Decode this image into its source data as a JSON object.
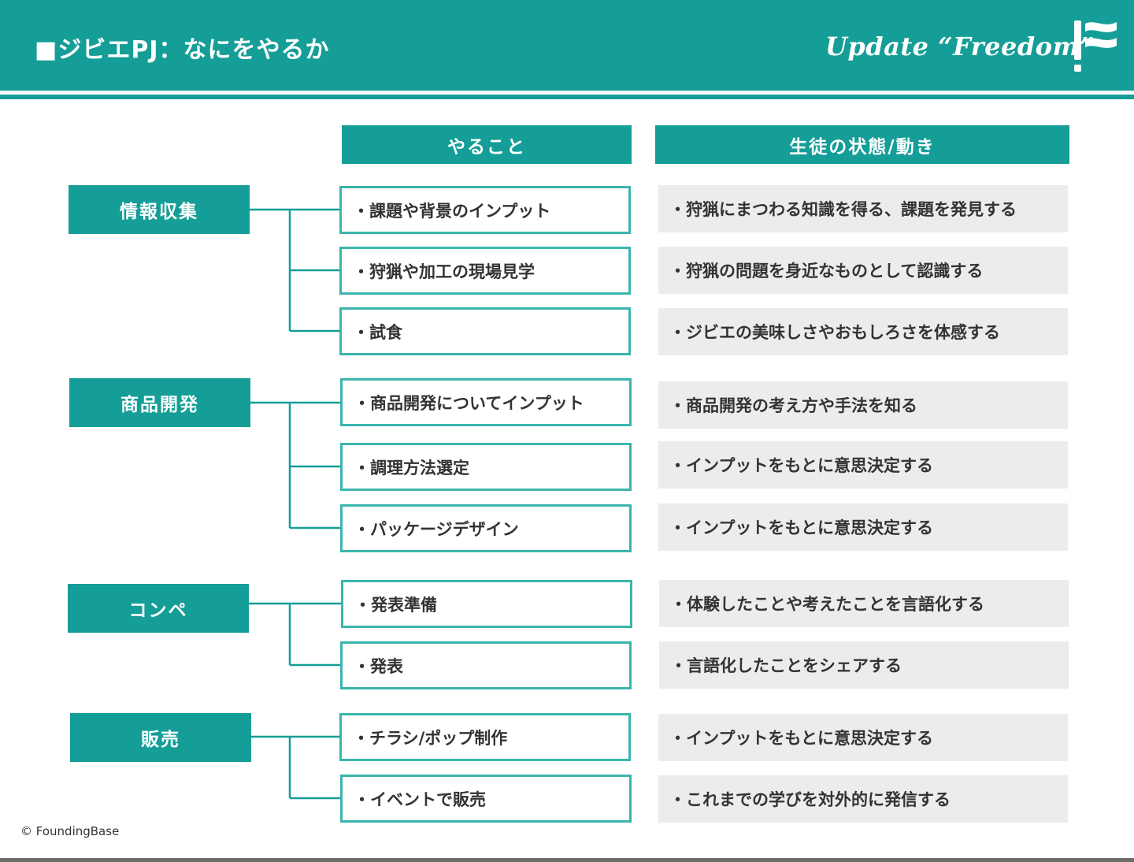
{
  "header": {
    "title": "■ジビエPJ：なにをやるか",
    "tagline": "Update “Freedom”"
  },
  "columns": {
    "tasks_header": "やること",
    "states_header": "生徒の状態/動き"
  },
  "groups": [
    {
      "category": "情報収集",
      "rows": [
        {
          "task": "・課題や背景のインプット",
          "state": "・狩猟にまつわる知識を得る、課題を発見する"
        },
        {
          "task": "・狩猟や加工の現場見学",
          "state": "・狩猟の問題を身近なものとして認識する"
        },
        {
          "task": "・試食",
          "state": "・ジビエの美味しさやおもしろさを体感する"
        }
      ]
    },
    {
      "category": "商品開発",
      "rows": [
        {
          "task": "・商品開発についてインプット",
          "state": "・商品開発の考え方や手法を知る"
        },
        {
          "task": "・調理方法選定",
          "state": "・インプットをもとに意思決定する"
        },
        {
          "task": "・パッケージデザイン",
          "state": "・インプットをもとに意思決定する"
        }
      ]
    },
    {
      "category": "コンペ",
      "rows": [
        {
          "task": "・発表準備",
          "state": "・体験したことや考えたことを言語化する"
        },
        {
          "task": "・発表",
          "state": "・言語化したことをシェアする"
        }
      ]
    },
    {
      "category": "販売",
      "rows": [
        {
          "task": "・チラシ/ポップ制作",
          "state": "・インプットをもとに意思決定する"
        },
        {
          "task": "・イベントで販売",
          "state": "・これまでの学びを対外的に発信する"
        }
      ]
    }
  ],
  "footer": {
    "copyright": "© FoundingBase"
  },
  "colors": {
    "brand": "#149e97",
    "task_border": "#3bb5ad",
    "state_bg": "#ececec"
  },
  "icons": {
    "logo": "exclamation-flag-logo"
  }
}
